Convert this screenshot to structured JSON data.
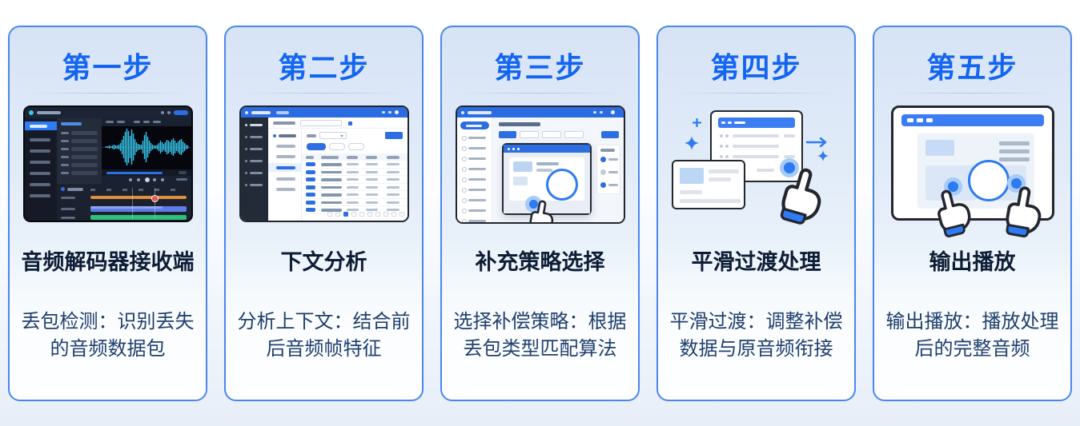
{
  "colors": {
    "accent_blue": "#1365f1",
    "card_border_blue": "#4b86ef",
    "subtitle_text": "#0e1d36",
    "description_text": "#20406e",
    "window_chrome_blue": "#2b6ce2",
    "illustration_blue": "#2d7bf0",
    "waveform_cyan": "#37c4ea",
    "track_orange": "#dd8f3e",
    "track_blue": "#5f7de6",
    "track_green": "#2fc07b",
    "playhead_red": "#e8453c"
  },
  "steps": [
    {
      "title": "第一步",
      "subtitle": "音频解码器接收端",
      "description": "丢包检测：识别丢失的音频数据包",
      "illustration": "audio-decoder-workstation-screenshot"
    },
    {
      "title": "第二步",
      "subtitle": "下文分析",
      "description": "分析上下文：结合前后音频帧特征",
      "illustration": "context-analysis-table-screenshot"
    },
    {
      "title": "第三步",
      "subtitle": "补充策略选择",
      "description": "选择补偿策略：根据丢包类型匹配算法",
      "illustration": "strategy-selection-dialog-screenshot"
    },
    {
      "title": "第四步",
      "subtitle": "平滑过渡处理",
      "description": "平滑过渡：调整补偿数据与原音频衔接",
      "illustration": "smoothing-transition-illustration"
    },
    {
      "title": "第五步",
      "subtitle": "输出播放",
      "description": "输出播放：播放处理后的完整音频",
      "illustration": "output-playback-illustration"
    }
  ]
}
